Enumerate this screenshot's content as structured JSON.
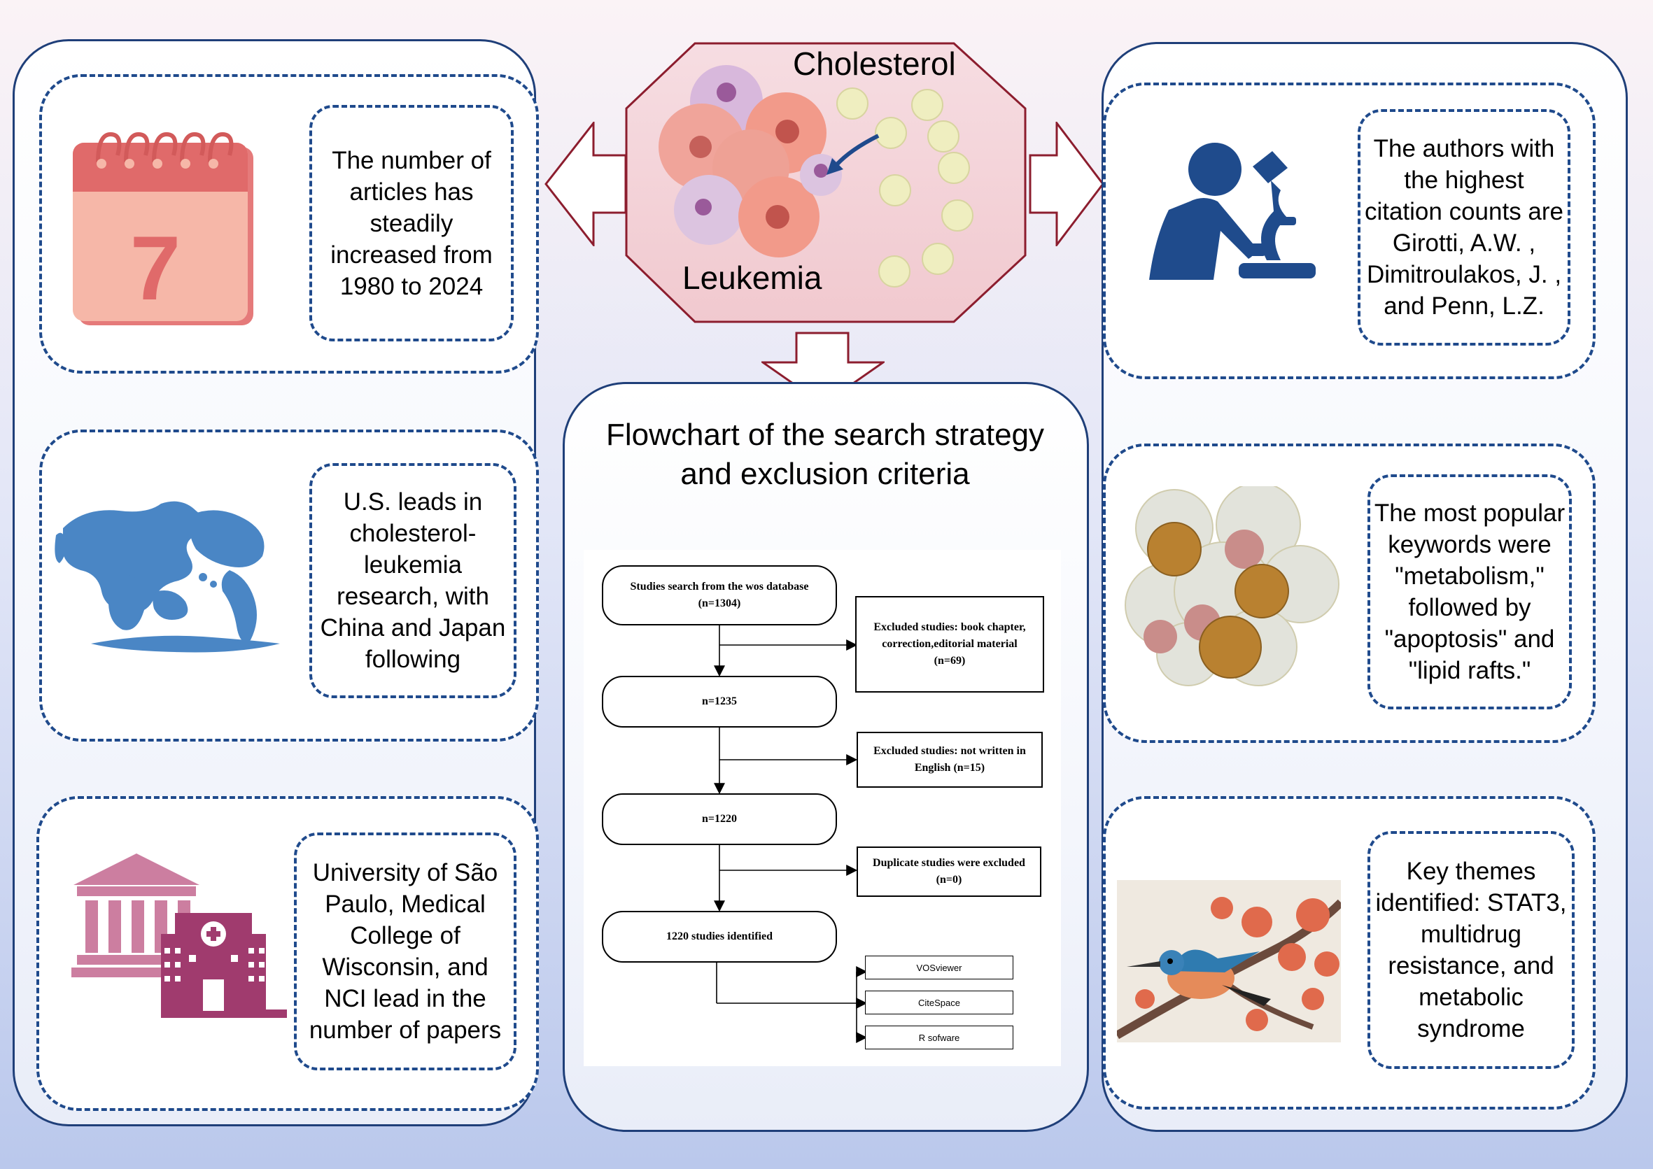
{
  "top": {
    "cholesterol_label": "Cholesterol",
    "leukemia_label": "Leukemia"
  },
  "left": {
    "card1_text": "The number of articles  has steadily increased from 1980 to 2024",
    "calendar_number": "7",
    "card2_text": "U.S. leads in cholesterol-leukemia research, with China and Japan following",
    "card3_text": "University of São Paulo, Medical College of Wisconsin, and NCI lead in the number of papers"
  },
  "center": {
    "title": "Flowchart of the search strategy and exclusion criteria",
    "flowchart": {
      "step1": "Studies search from the wos database (n=1304)",
      "exclude1": "Excluded studies: book chapter, correction,editorial material (n=69)",
      "step2": "n=1235",
      "exclude2": "Excluded studies: not written in English (n=15)",
      "step3": "n=1220",
      "exclude3": "Duplicate studies were excluded　(n=0)",
      "step4": "1220 studies identified",
      "tools": [
        "VOSviewer",
        "CiteSpace",
        "R sofware"
      ]
    }
  },
  "right": {
    "card1_text": "The authors with the highest citation counts are Girotti, A.W. , Dimitroulakos, J. , and Penn, L.Z.",
    "card2_text": "The most popular keywords were \"metabolism,\" followed by \"apoptosis\" and \"lipid rafts.\"",
    "card3_text": "Key themes identified: STAT3, multidrug resistance, and metabolic syndrome"
  },
  "colors": {
    "panel_border": "#1f3f79",
    "dash_border": "#1f4a8c",
    "icon_blue": "#1f4b8c",
    "map_blue": "#4a86c5",
    "calendar_red": "#e06a6a",
    "building_pink": "#cc7ea0",
    "hospital_plum": "#a03b6e"
  }
}
